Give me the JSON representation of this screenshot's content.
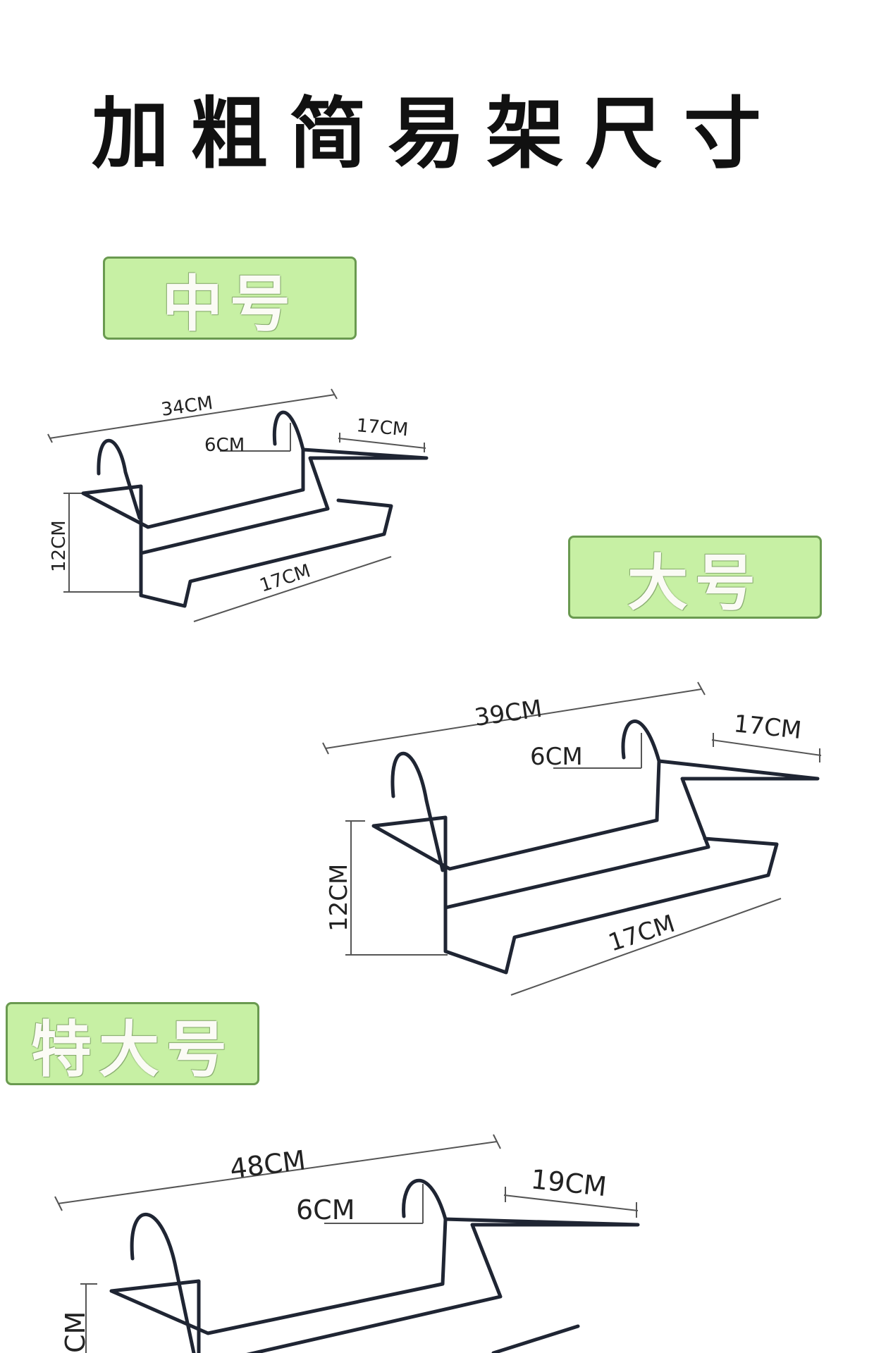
{
  "title": "加粗简易架尺寸",
  "sizes": [
    {
      "label": "中号",
      "width": "34CM",
      "hook": "6CM",
      "depth_top": "17CM",
      "height": "12CM",
      "depth_bottom": "17CM"
    },
    {
      "label": "大号",
      "width": "39CM",
      "hook": "6CM",
      "depth_top": "17CM",
      "height": "12CM",
      "depth_bottom": "17CM"
    },
    {
      "label": "特大号",
      "width": "48CM",
      "hook": "6CM",
      "depth_top": "19CM",
      "height": "CM"
    }
  ],
  "colors": {
    "badge_fill": "#c7f0a4",
    "badge_border": "#6a9a50",
    "wire": "#1f2533"
  }
}
